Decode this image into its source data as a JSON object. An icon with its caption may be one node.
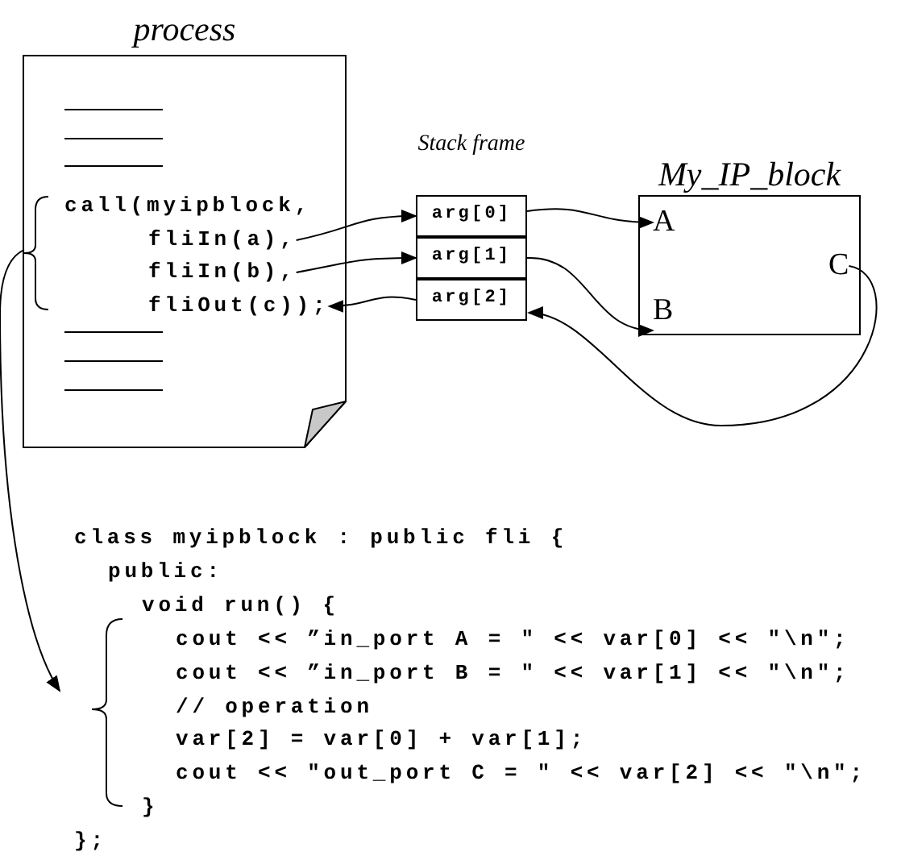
{
  "diagram": {
    "nodes": [
      {
        "text": [
          "process"
        ]
      },
      {
        "text": [
          "call(myipblock,"
        ],
        "in": 0
      },
      {
        "text": [
          "fliIn(a),"
        ],
        "in": 0
      },
      {
        "text": [
          "fliIn(b),"
        ],
        "in": 0
      },
      {
        "text": [
          "fliOut(c));"
        ],
        "in": 0
      },
      {
        "text": [
          "Stack frame"
        ]
      },
      {
        "text": [
          "arg[0]"
        ],
        "in": 5
      },
      {
        "text": [
          "arg[1]"
        ],
        "in": 5
      },
      {
        "text": [
          "arg[2]"
        ],
        "in": 5
      },
      {
        "text": [
          "My_IP_block"
        ]
      },
      {
        "text": [
          "A"
        ],
        "in": 9
      },
      {
        "text": [
          "C"
        ],
        "in": 9
      },
      {
        "text": [
          "B"
        ],
        "in": 9
      },
      {
        "text": [
          "class myipblock : public fli {",
          "public:",
          "void run() {",
          "cout << ”in_port A = \" << var[0] << \"\\n\";",
          "cout << ”in_port B = \" << var[1] << \"\\n\";",
          "// operation",
          "var[2] = var[0] + var[1];",
          "cout << \"out_port C = \" << var[2] << \"\\n\";",
          "}",
          "};"
        ]
      }
    ],
    "edges": [
      {
        "from": 2,
        "to": 6,
        "arrow": "to"
      },
      {
        "from": 3,
        "to": 7,
        "arrow": "to"
      },
      {
        "from": 8,
        "to": 4,
        "arrow": "to"
      },
      {
        "from": 6,
        "to": 10,
        "arrow": "to"
      },
      {
        "from": 7,
        "to": 12,
        "arrow": "to"
      },
      {
        "from": 11,
        "to": 8,
        "arrow": "to"
      },
      {
        "from": 0,
        "to": 13,
        "arrow": "to"
      }
    ]
  }
}
